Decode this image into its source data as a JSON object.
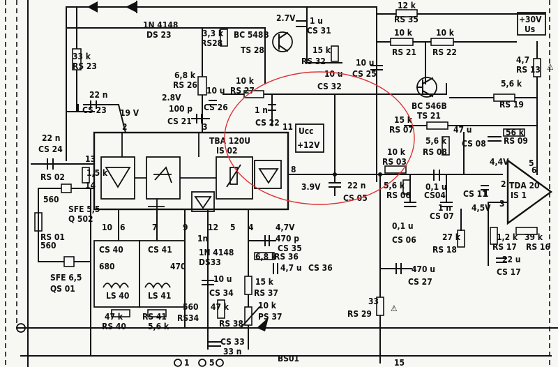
{
  "schematic": {
    "ic_main": {
      "name": "TBA 120U",
      "ref": "IS 02"
    },
    "ic_amp": {
      "name": "TDA 20",
      "ref": "IS 1"
    },
    "supply": {
      "ucc": "Ucc",
      "ucc_v": "+12V",
      "v30": "+30V",
      "us": "Us"
    },
    "nets": {
      "v19": "19 V",
      "v39": "3.9V",
      "v28": "2.8V",
      "v27": "2.7V",
      "v44": "4,4V",
      "v45": "4,5V",
      "v47": "4,7V"
    },
    "transistors": [
      {
        "type": "BC 548B",
        "ref": "TS 28"
      },
      {
        "type": "BC 546B",
        "ref": "TS 21"
      }
    ],
    "diodes": [
      {
        "type": "1N 4148",
        "ref": "DS 23"
      },
      {
        "type": "1N 4148",
        "ref": "DS33"
      }
    ],
    "filters": [
      {
        "value": "SFE 5,5",
        "ref": "Q 502"
      },
      {
        "value": "SFE 6,5",
        "ref": "QS 01"
      }
    ],
    "coils": [
      {
        "ref": "LS 40"
      },
      {
        "ref": "LS 41"
      }
    ],
    "components": {
      "rs23": [
        "33 k",
        "RS 23"
      ],
      "rs28": [
        "3,3 k",
        "RS28"
      ],
      "rs26": [
        "6,8 k",
        "RS 26"
      ],
      "rs27": [
        "10 k",
        "RS 27"
      ],
      "rs35": [
        "12 k",
        "RS 35"
      ],
      "rs21": [
        "10 k",
        "RS 21"
      ],
      "rs22": [
        "10 k",
        "RS 22"
      ],
      "rs32": [
        "15 k",
        "RS 32"
      ],
      "rs13": [
        "4,7",
        "RS 13"
      ],
      "rs19": [
        "5,6 k",
        "RS 19"
      ],
      "rs07": [
        "15 k",
        "RS 07"
      ],
      "rs08": [
        "5,6 k",
        "RS 08"
      ],
      "rs03": [
        "10 k",
        "RS 03"
      ],
      "rs06": [
        "5,6 k",
        "RS 06"
      ],
      "rs09": [
        "56 k",
        "RS 09"
      ],
      "rs02": [
        "1,5 k",
        "RS 02"
      ],
      "rs01": [
        "560",
        "RS 01"
      ],
      "r560": "560",
      "rs18": [
        "27 k",
        "RS 18"
      ],
      "rs17": [
        "1,2 k",
        "RS 17"
      ],
      "rs16": [
        "39 k",
        "RS 16"
      ],
      "rs36": [
        "6,8 k",
        "RS 36"
      ],
      "rs37": [
        "15 k",
        "RS 37"
      ],
      "ps37": [
        "10 k",
        "PS 37"
      ],
      "rs38": [
        "47 k",
        "RS 38"
      ],
      "rs34": [
        "560",
        "RS34"
      ],
      "rs40": [
        "47 k",
        "RS 40"
      ],
      "rs41": [
        "5,6 k",
        "RS 41"
      ],
      "rs29": [
        "33",
        "RS 29"
      ],
      "cs23": [
        "22 n",
        "CS 23"
      ],
      "cs24": [
        "22 n",
        "CS 24"
      ],
      "cs21": [
        "100 p",
        "CS 21"
      ],
      "cs26": [
        "10 u",
        "CS 26"
      ],
      "cs22": [
        "1 n",
        "CS 22"
      ],
      "cs31": [
        "1 u",
        "CS 31"
      ],
      "cs25": [
        "10 u",
        "CS 25"
      ],
      "cs32": [
        "10 u",
        "CS 32"
      ],
      "cs05": [
        "22 n",
        "CS 05"
      ],
      "cs04": [
        "0,1 u",
        "CS04"
      ],
      "cs07": [
        "1 n",
        "CS 07"
      ],
      "cs06": [
        "0,1 u",
        "CS 06"
      ],
      "cs08": [
        "47 u",
        "CS 08"
      ],
      "cs11": [
        "1",
        "CS 11"
      ],
      "cs17": [
        "22 u",
        "CS 17"
      ],
      "cs27": [
        "470 u",
        "CS 27"
      ],
      "cs35": [
        "470 p",
        "CS 35"
      ],
      "cs36": [
        "4,7 u",
        "CS 36"
      ],
      "cs34": [
        "10 u",
        "CS 34"
      ],
      "cs33": [
        "33 n",
        "CS 33"
      ],
      "cs40": [
        "680",
        "CS 40"
      ],
      "cs41": [
        "470",
        "CS 41"
      ],
      "ds33n": "1n"
    },
    "pins": [
      "2",
      "3",
      "11",
      "13",
      "14",
      "8",
      "10",
      "6",
      "7",
      "9",
      "12",
      "5",
      "4",
      "1",
      "2",
      "3",
      "5",
      "6",
      "15"
    ],
    "connector": "BS01"
  }
}
